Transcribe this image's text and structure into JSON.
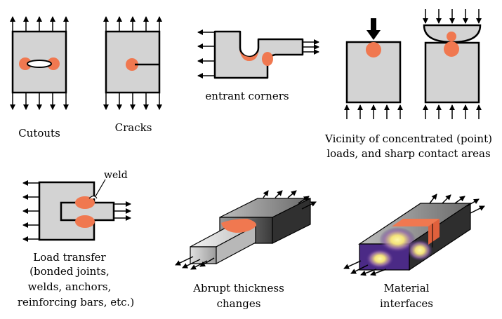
{
  "panels": {
    "cutouts": {
      "caption": "Cutouts"
    },
    "cracks": {
      "caption": "Cracks"
    },
    "entrant": {
      "caption": "entrant corners"
    },
    "vicinity": {
      "caption_line1": "Vicinity of concentrated (point)",
      "caption_line2": "loads, and sharp contact areas"
    },
    "load_transfer": {
      "weld_label": "weld",
      "caption_line1": "Load transfer",
      "caption_line2": "(bonded joints,",
      "caption_line3": "welds, anchors,",
      "caption_line4": "reinforcing bars, etc.)"
    },
    "abrupt": {
      "caption_line1": "Abrupt thickness",
      "caption_line2": "changes"
    },
    "material": {
      "caption_line1": "Material",
      "caption_line2": "interfaces"
    }
  },
  "colors": {
    "plate_fill": "#d3d3d3",
    "stress_zone": "#f07850",
    "outline": "#000000",
    "material_dark": "#4b2a86",
    "material_glow": "#f6f08a"
  }
}
